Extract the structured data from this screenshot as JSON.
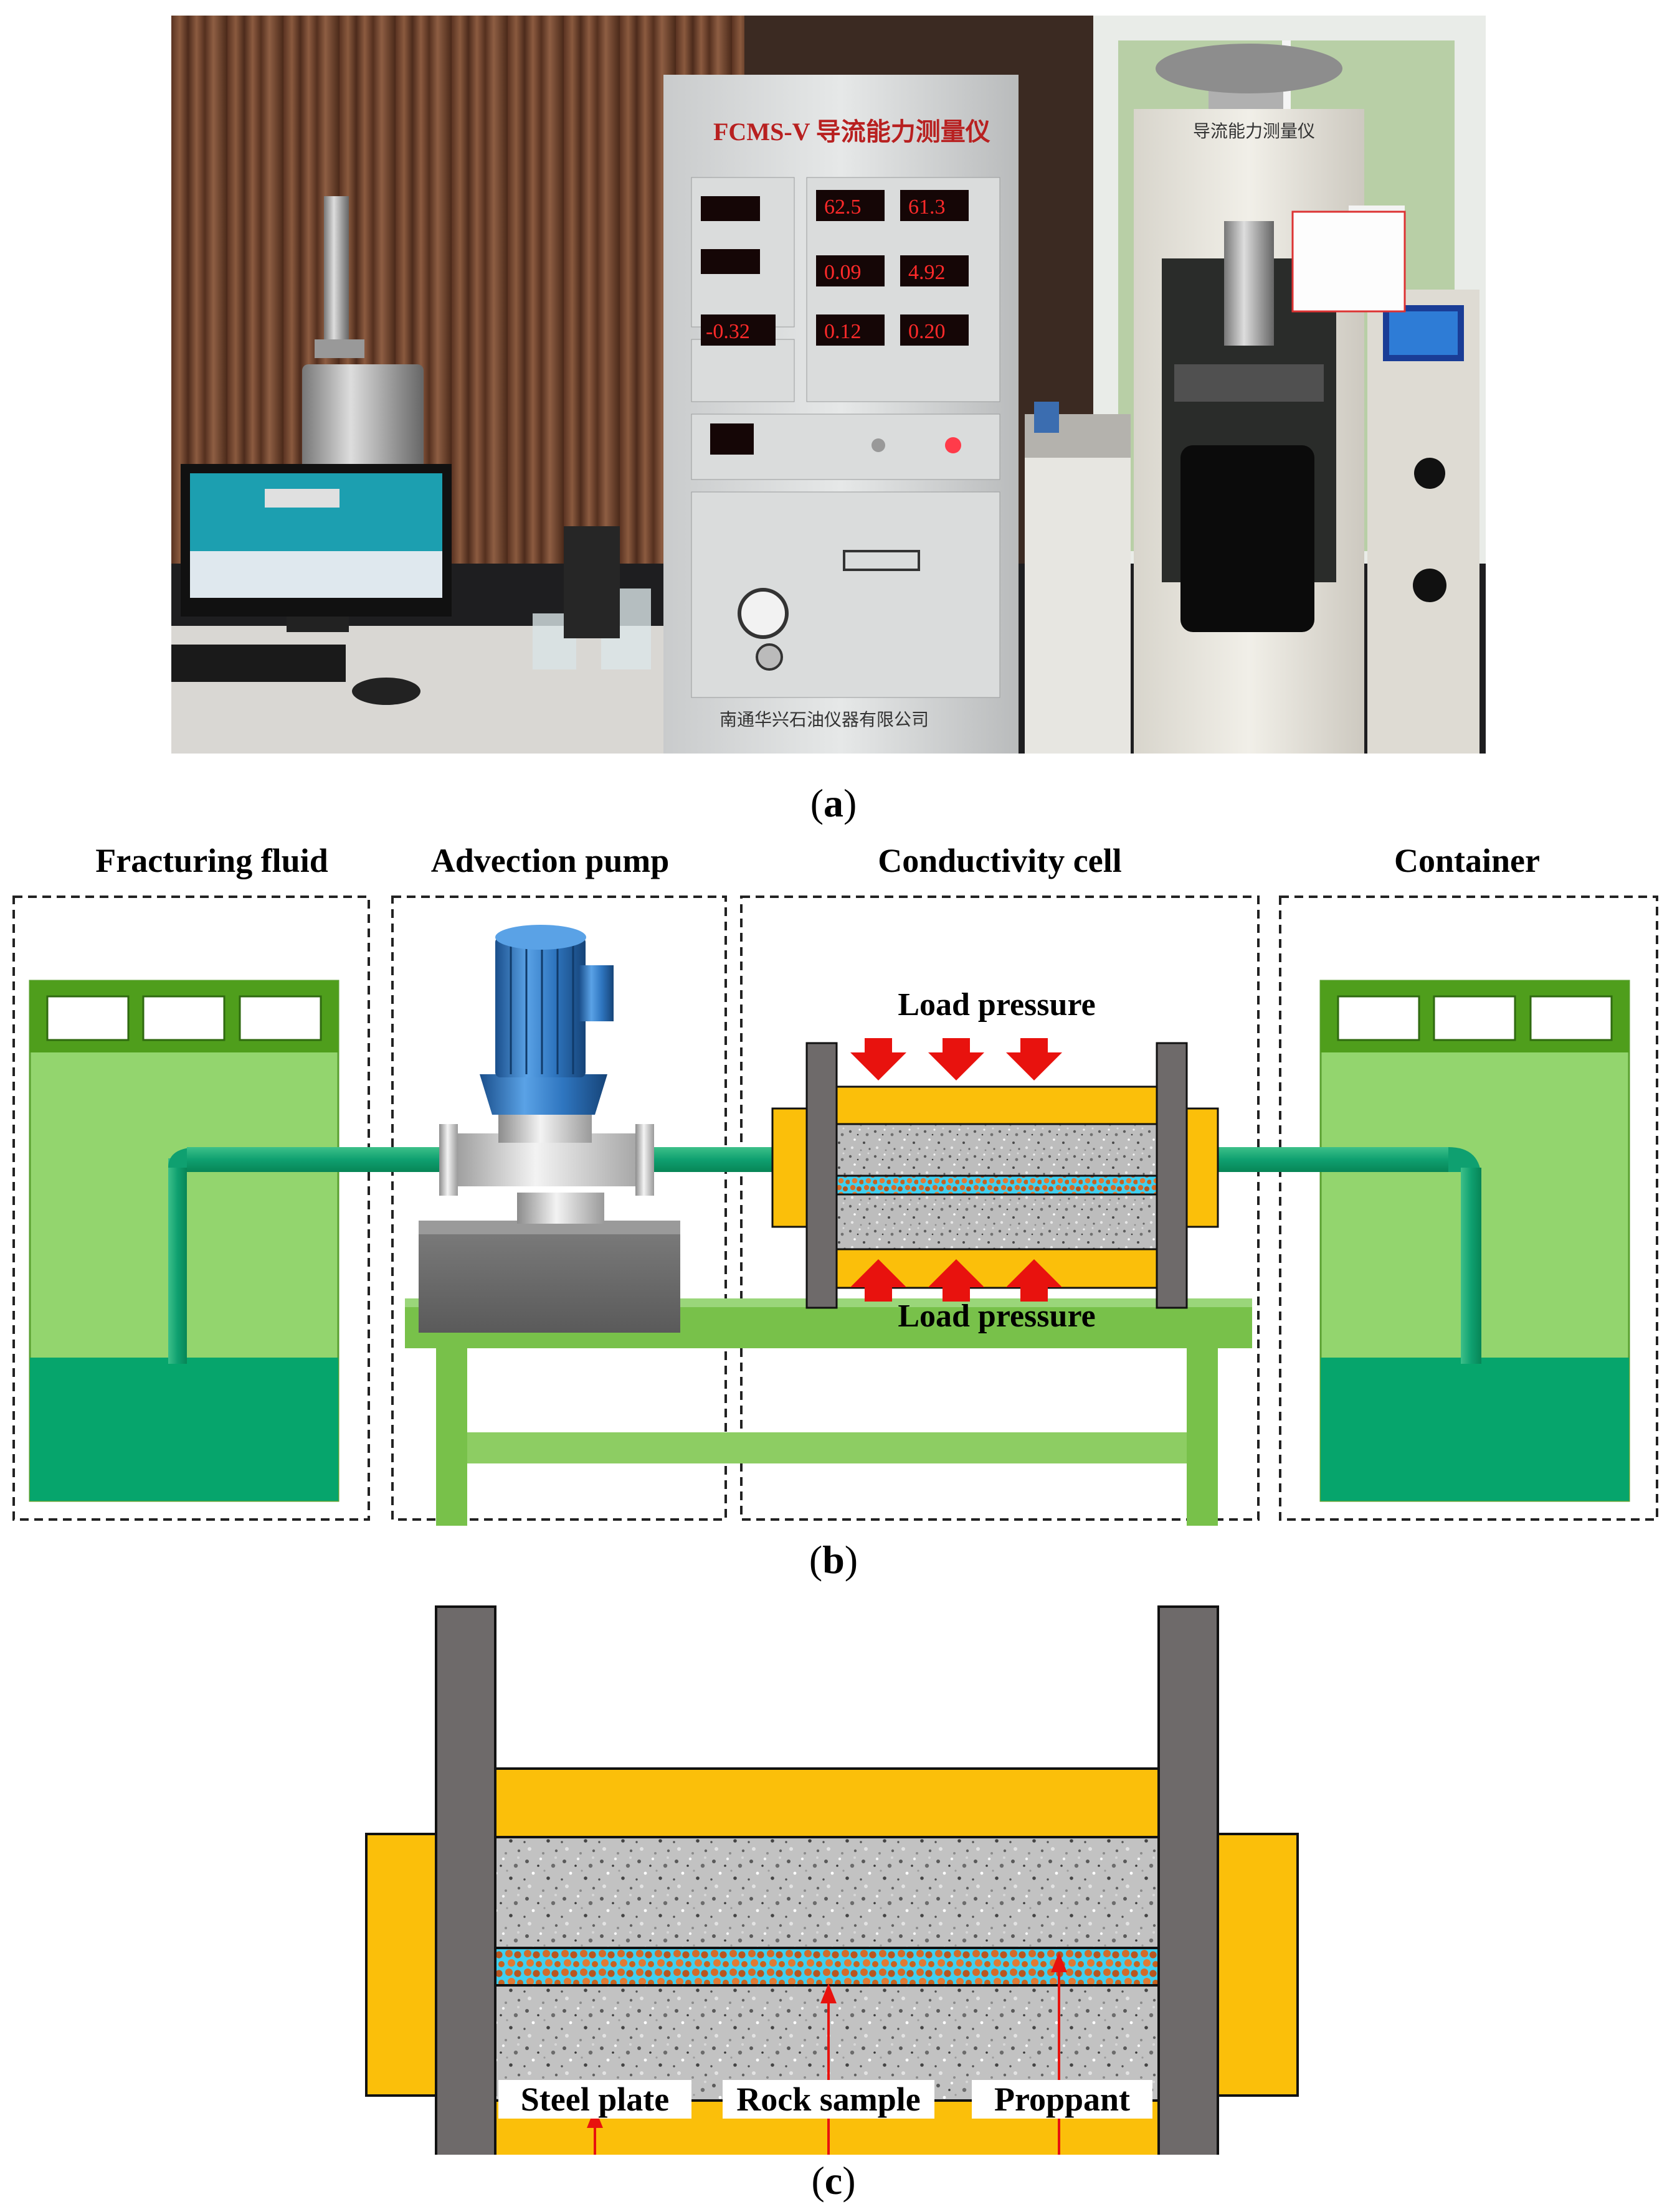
{
  "figure": {
    "panel_a": {
      "caption_open": "(",
      "caption_letter": "a",
      "caption_close": ")",
      "instrument_title": "FCMS-V 导流能力测量仪",
      "manufacturer": "南通华兴石油仪器有限公司",
      "press_label": "导流能力测量仪",
      "displays": [
        {
          "value": "-0.32"
        },
        {
          "value": "62.5"
        },
        {
          "value": "61.3"
        },
        {
          "value": "0.09"
        },
        {
          "value": "4.92"
        },
        {
          "value": "0.12"
        },
        {
          "value": "0.20"
        }
      ]
    },
    "panel_b": {
      "caption_open": "(",
      "caption_letter": "b",
      "caption_close": ")",
      "sections": [
        {
          "label": "Fracturing fluid"
        },
        {
          "label": "Advection pump"
        },
        {
          "label": "Conductivity cell"
        },
        {
          "label": "Container"
        }
      ],
      "load_top": "Load pressure",
      "load_bottom": "Load pressure"
    },
    "panel_c": {
      "caption_open": "(",
      "caption_letter": "c",
      "caption_close": ")",
      "labels": {
        "steel_plate": "Steel plate",
        "rock_sample": "Rock sample",
        "proppant": "Proppant"
      }
    }
  },
  "colors": {
    "frame_green": "#4f9e1c",
    "tank_fill": "#93d56e",
    "liquid": "#06a56c",
    "pipe": "#0fa070",
    "table": "#78c14a",
    "steel_yellow": "#fbbf0a",
    "end_cap_gray": "#6e6a6a",
    "arrow_red": "#e8120e",
    "proppant_orange": "#d36b2a",
    "proppant_cyan": "#3fd0f0",
    "pump_blue": "#2f76c0"
  }
}
